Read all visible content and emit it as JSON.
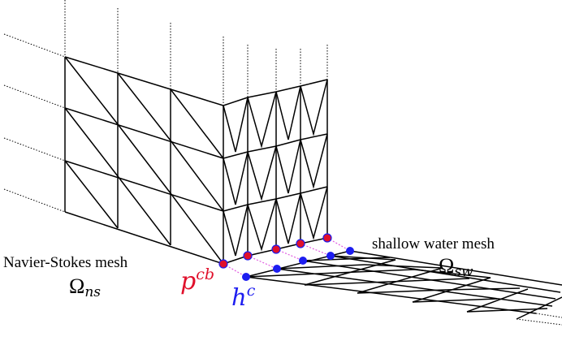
{
  "labels": {
    "ns_mesh": "Navier-Stokes mesh",
    "ns_domain": "Ω",
    "ns_domain_sub": "ns",
    "sw_mesh": "shallow water mesh",
    "sw_domain": "Ω",
    "sw_domain_sub": "sw",
    "pressure": "p",
    "pressure_sup": "cb",
    "height": "h",
    "height_sup": "c"
  },
  "colors": {
    "mesh": "#000000",
    "pressure_node": "#e0102b",
    "height_node": "#1d1df0",
    "coupling_link": "#e05ce0",
    "pressure_label": "#e0102b",
    "height_label": "#1d1df0"
  }
}
